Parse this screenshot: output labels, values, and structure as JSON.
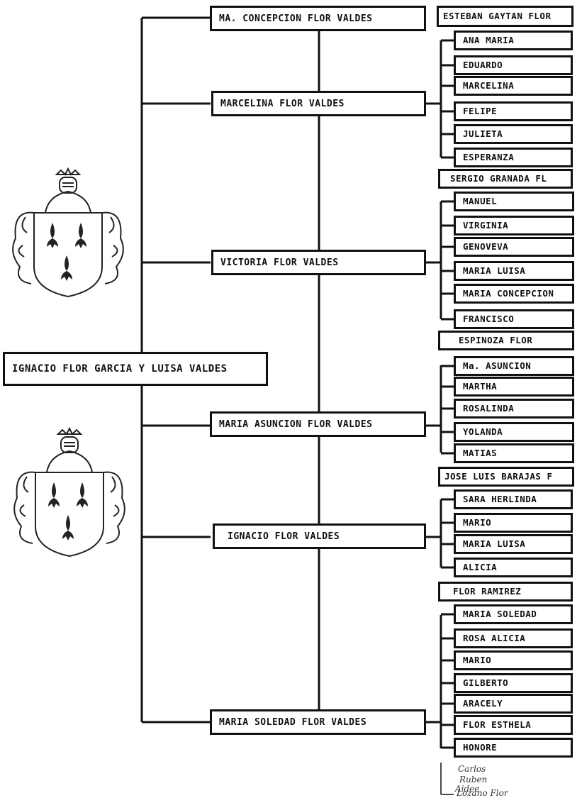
{
  "root": "IGNACIO FLOR GARCIA Y LUISA VALDES",
  "branches": [
    {
      "name": "MA. CONCEPCION FLOR VALDES",
      "children": [],
      "spouse": "ESTEBAN GAYTAN FLOR"
    },
    {
      "name": "MARCELINA FLOR VALDES",
      "children": [
        "ANA MARIA",
        "EDUARDO",
        "MARCELINA",
        "FELIPE",
        "JULIETA",
        "ESPERANZA"
      ],
      "spouse": "SERGIO GRANADA FL"
    },
    {
      "name": "VICTORIA FLOR VALDES",
      "children": [
        "MANUEL",
        "VIRGINIA",
        "GENOVEVA",
        "MARIA LUISA",
        "MARIA CONCEPCION",
        "FRANCISCO"
      ],
      "spouse": "ESPINOZA FLOR"
    },
    {
      "name": "MARIA ASUNCION FLOR VALDES",
      "children": [
        "Ma. ASUNCION",
        "MARTHA",
        "ROSALINDA",
        "YOLANDA",
        "MATIAS"
      ],
      "spouse": "JOSE LUIS BARAJAS F"
    },
    {
      "name": "IGNACIO FLOR VALDES",
      "children": [
        "SARA HERLINDA",
        "MARIO",
        "MARIA LUISA",
        "ALICIA"
      ],
      "spouse": "FLOR RAMIREZ"
    },
    {
      "name": "MARIA SOLEDAD FLOR VALDES",
      "children": [
        "MARIA SOLEDAD",
        "ROSA ALICIA",
        "MARIO",
        "GILBERTO",
        "ARACELY",
        "FLOR ESTHELA",
        "HONORE"
      ],
      "spouse": ""
    }
  ],
  "handwritten": [
    "Carlos",
    "Ruben",
    "Aidee",
    "Lozano Flor"
  ],
  "colors": {
    "ink": "#111111",
    "paper": "#ffffff"
  },
  "icons": [
    "coat-of-arms-icon",
    "coat-of-arms-icon"
  ]
}
